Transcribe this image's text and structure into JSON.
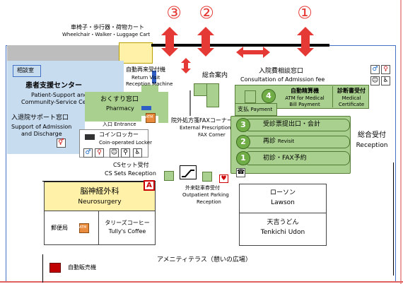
{
  "markers": {
    "one": "①",
    "two": "②",
    "three": "③"
  },
  "wheelchair_cart": {
    "ja": "車椅子・歩行器・荷物カート",
    "en": "Wheelchair・Walker・Luggage Cart"
  },
  "consult_room": "相談室",
  "patient_support": {
    "ja": "患者支援センター",
    "en1": "Patient-Support and",
    "en2": "Community-Service Center"
  },
  "discharge_support": {
    "ja": "入退院サポート窓口",
    "en1": "Support of Admission",
    "en2": "and Discharge"
  },
  "return_visit": {
    "ja": "自動再来受付機",
    "en1": "Return Visit",
    "en2": "Reception Machine"
  },
  "pharmacy": {
    "ja": "おくすり窓口",
    "en": "Pharmacy"
  },
  "general_info": "総合案内",
  "admission_fee": {
    "ja": "入院費相談窓口",
    "en": "Consultation of Admission fee"
  },
  "auto_payment": {
    "ja": "自動精算機",
    "en1": "ATM for Medical",
    "en2": "Bill Payment"
  },
  "certificate": {
    "ja": "診断書受付",
    "en1": "Medical",
    "en2": "Certificate"
  },
  "payment": {
    "num": "4",
    "ja": "支払",
    "en": "Payment"
  },
  "ticket_submit": {
    "num": "3",
    "ja": "受診票提出口・会計"
  },
  "revisit": {
    "num": "2",
    "ja": "再診",
    "en": "Revisit"
  },
  "first_visit": {
    "num": "1",
    "ja": "初診・FAX予約"
  },
  "general_reception": {
    "ja": "総合受付",
    "en": "Reception"
  },
  "entrance": {
    "ja": "入口",
    "en": "Entrance"
  },
  "atm_label": "ATM",
  "coin_locker": {
    "ja": "コインロッカー",
    "en": "Coin-operated Locker"
  },
  "fax_corner": {
    "ja": "院外処方箋FAXコーナー",
    "en1": "External Prescription",
    "en2": "FAX Corner"
  },
  "cs_set": {
    "ja": "CSセット受付",
    "en": "CS Sets Reception"
  },
  "parking": {
    "ja": "外来駐車券受付",
    "en1": "Outpatient Parking",
    "en2": "Reception"
  },
  "neurosurgery": {
    "ja": "脳神経外科",
    "en": "Neurosurgery",
    "tag": "A"
  },
  "post_office": "郵便局",
  "tullys": {
    "ja": "タリーズコーヒー",
    "en": "Tully's Coffee"
  },
  "lawson": {
    "ja": "ローソン",
    "en": "Lawson"
  },
  "udon": {
    "ja": "天吉うどん",
    "en": "Tenkichi Udon"
  },
  "amenity_terrace": "アメニティテラス（憩いの広場）",
  "vending": "自動販売機",
  "icons": {
    "restroom": "restroom-icon",
    "accessible": "wheelchair-icon",
    "baby": "baby-icon",
    "aed": "aed-icon",
    "escalator": "escalator-icon"
  },
  "colors": {
    "blue_zone": "#c8dcf0",
    "green_zone": "#a9d08e",
    "yellow_zone": "#fff2a8",
    "arrow_red": "#e53935"
  }
}
